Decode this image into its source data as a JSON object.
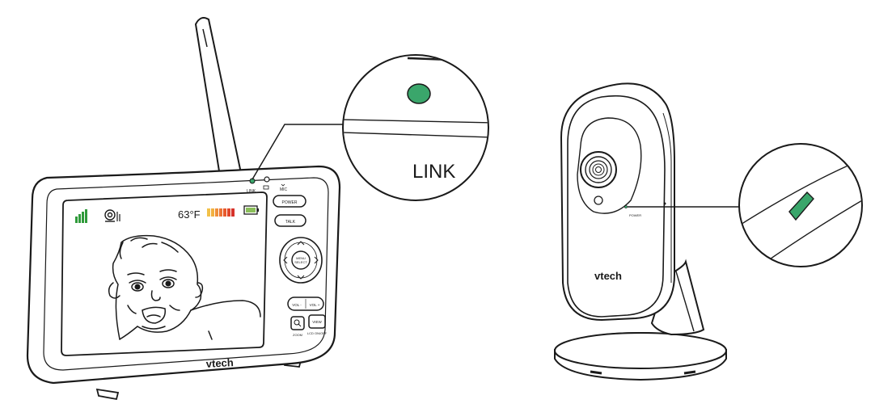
{
  "colors": {
    "line": "#1a1a1a",
    "led_green": "#3aa66b",
    "signal_green": "#2f9a3a",
    "temp_gradient": [
      "#f2c14a",
      "#ef8f3a",
      "#e85a2c",
      "#d6322a"
    ]
  },
  "parent_unit": {
    "brand": "vtech",
    "indicator_labels": {
      "link": "LINK",
      "mic": "MIC"
    },
    "buttons": {
      "power": "POWER",
      "talk": "TALK",
      "menu_select": "MENU\nSELECT",
      "vol_minus": "VOL -",
      "vol_plus": "VOL +",
      "zoom_icon": "magnifier-icon",
      "view": "VIEW"
    },
    "button_captions": {
      "zoom": "ZOOM",
      "lcd": "LCD ON/OFF"
    },
    "screen": {
      "temperature": "63°F",
      "status_icons": [
        "signal-bars-icon",
        "camera-icon",
        "battery-icon"
      ]
    }
  },
  "callout_link": {
    "label": "LINK"
  },
  "camera": {
    "brand": "vtech",
    "small_label": "POWER"
  }
}
